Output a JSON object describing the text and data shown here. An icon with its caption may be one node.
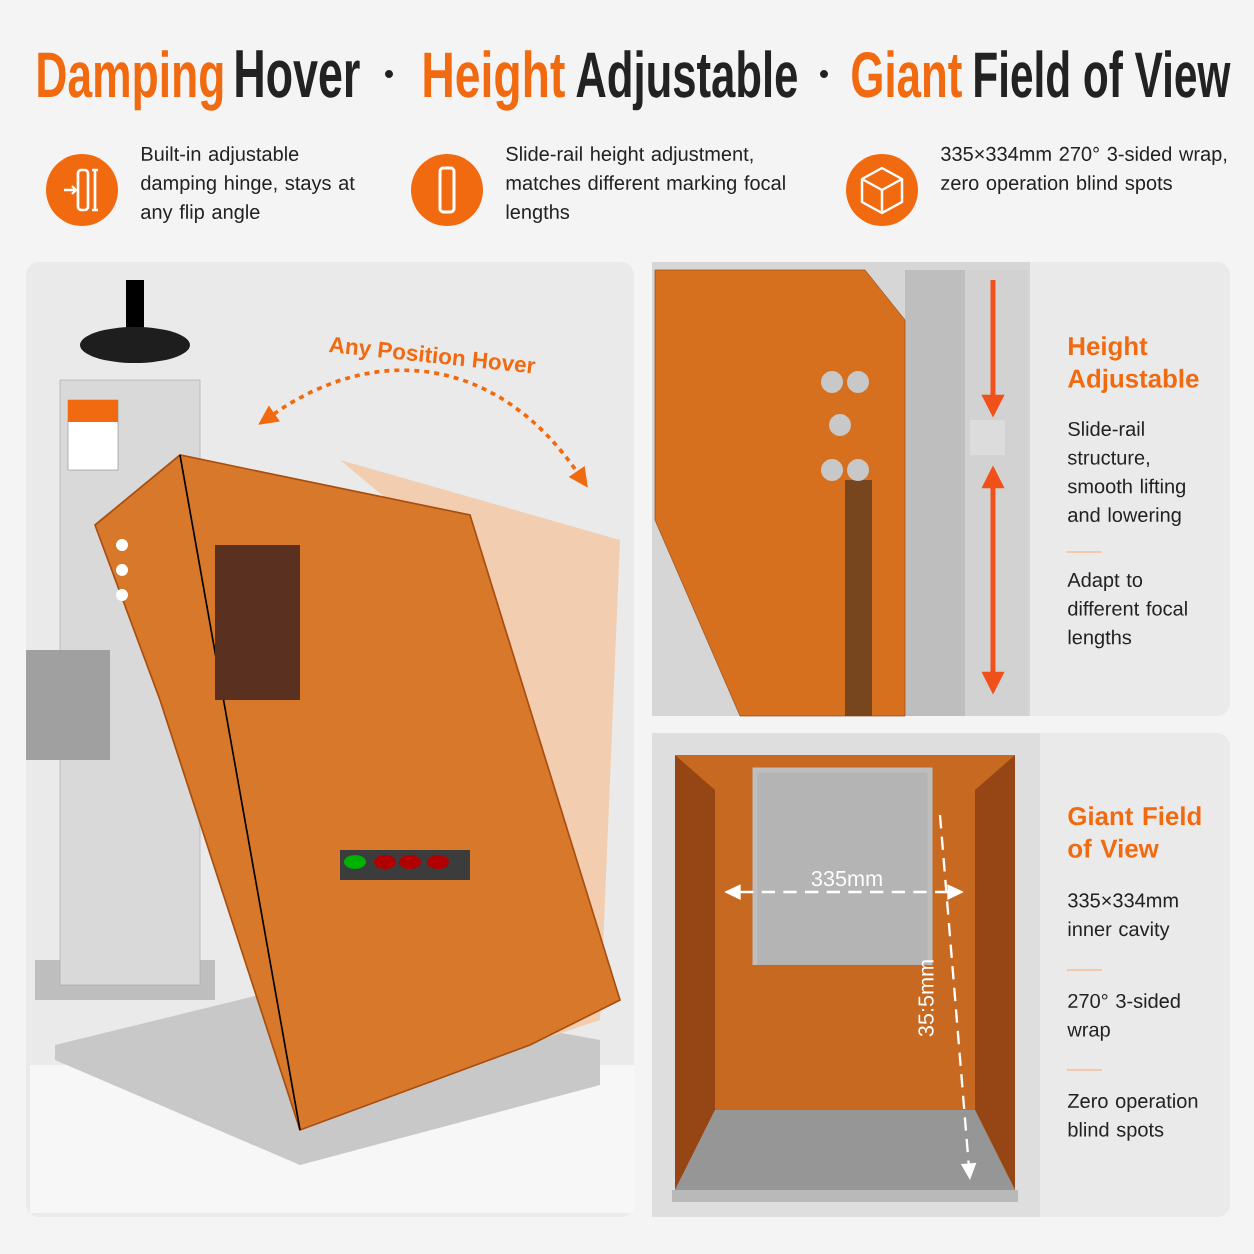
{
  "diagram": {
    "labels": [
      "Damping",
      "Hover",
      "Height",
      "Adjustable",
      "Giant",
      "Field of View",
      "Built-in adjustable damping hinge, stays at any flip angle",
      "Slide-rail height adjustment, matches different marking focal lengths",
      "335×334mm 270° 3-sided wrap, zero operation blind spots",
      "Any Position Hover",
      "Height Adjustable",
      "Slide-rail structure, smooth lifting and lowering",
      "Adapt to different focal lengths",
      "335mm",
      "35:5mm",
      "Giant Field of View",
      "335×334mm inner cavity",
      "270° 3-sided wrap",
      "Zero operation blind spots"
    ]
  }
}
